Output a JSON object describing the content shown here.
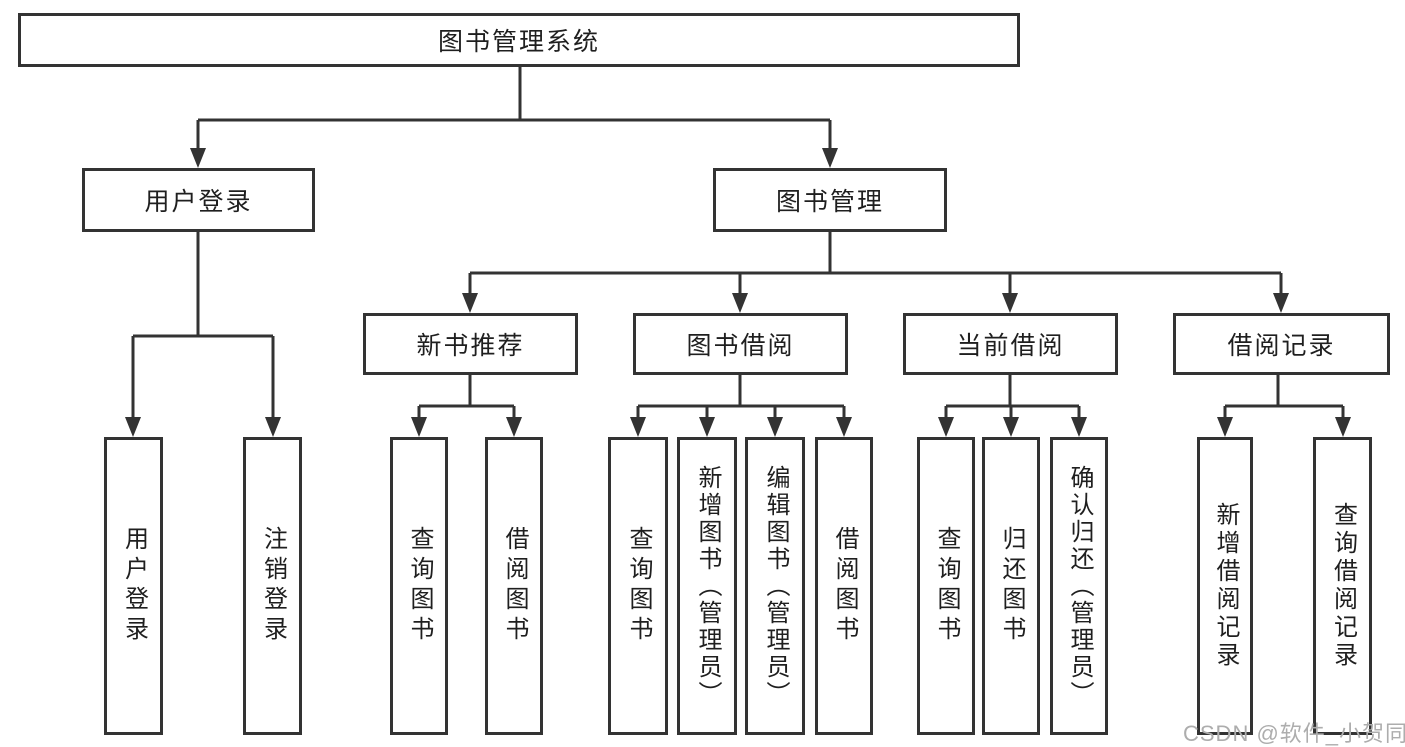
{
  "tree": {
    "label": "图书管理系统",
    "children": [
      {
        "label": "用户登录",
        "children": [
          {
            "label": "用户登录"
          },
          {
            "label": "注销登录"
          }
        ]
      },
      {
        "label": "图书管理",
        "children": [
          {
            "label": "新书推荐",
            "children": [
              {
                "label": "查询图书"
              },
              {
                "label": "借阅图书"
              }
            ]
          },
          {
            "label": "图书借阅",
            "children": [
              {
                "label": "查询图书"
              },
              {
                "label": "新增图书（管理员）"
              },
              {
                "label": "编辑图书（管理员）"
              },
              {
                "label": "借阅图书"
              }
            ]
          },
          {
            "label": "当前借阅",
            "children": [
              {
                "label": "查询图书"
              },
              {
                "label": "归还图书"
              },
              {
                "label": "确认归还（管理员）"
              }
            ]
          },
          {
            "label": "借阅记录",
            "children": [
              {
                "label": "新增借阅记录"
              },
              {
                "label": "查询借阅记录"
              }
            ]
          }
        ]
      }
    ]
  },
  "watermark": "CSDN @软件_小贺同学",
  "colors": {
    "line": "#333333",
    "text": "#1f1f1f",
    "watermark": "#adadad",
    "background": "#ffffff"
  }
}
